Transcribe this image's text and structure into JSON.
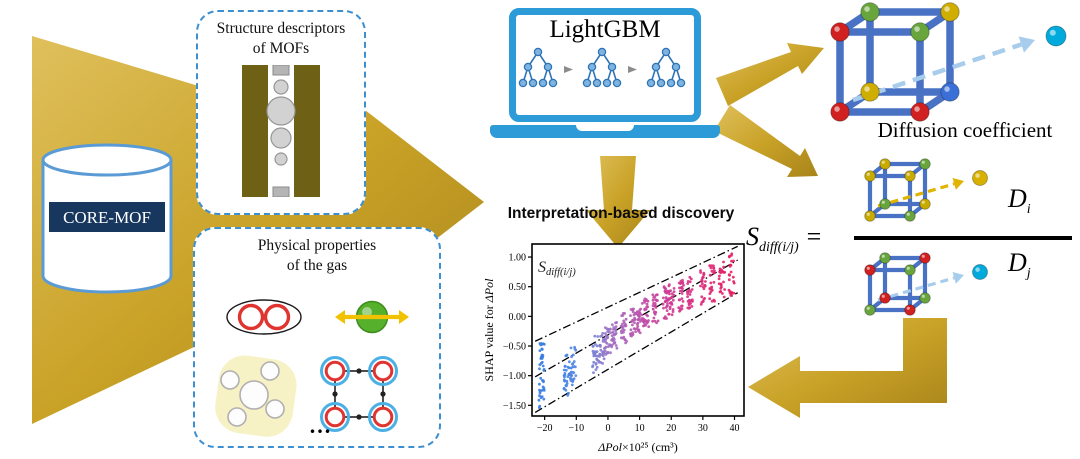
{
  "database": {
    "label": "CORE-MOF"
  },
  "structure_box": {
    "line1": "Structure descriptors",
    "line2": "of MOFs"
  },
  "physical_box": {
    "line1": "Physical properties",
    "line2": "of the gas",
    "ellipsis": "..."
  },
  "laptop": {
    "label": "LightGBM"
  },
  "interpretation_label": "Interpretation-based discovery",
  "outputs": {
    "diffusion_label": "Diffusion coefficient",
    "equation": {
      "lhs_base": "S",
      "lhs_sub": "diff(i/j)",
      "equals": "=",
      "num_base": "D",
      "num_sub": "i",
      "den_base": "D",
      "den_sub": "j"
    }
  },
  "cubes": {
    "big": {
      "vertex_colors": [
        "#68a63d",
        "#cfae00",
        "#3a6fd8",
        "#cfae00",
        "#d02020",
        "#68a63d",
        "#d02020",
        "#d02020"
      ],
      "arrow": "#a8cdec",
      "ball": "#00aadc"
    },
    "di": {
      "vertex_colors": [
        "#c9ab00",
        "#68a63d",
        "#c9ab00",
        "#68a63d",
        "#c9ab00",
        "#c9ab00",
        "#68a63d",
        "#c9ab00"
      ],
      "arrow": "#e0b400",
      "ball": "#d8b100"
    },
    "dj": {
      "vertex_colors": [
        "#68a63d",
        "#d02020",
        "#68a63d",
        "#d02020",
        "#d02020",
        "#68a63d",
        "#d02020",
        "#68a63d"
      ],
      "arrow": "#a8cdec",
      "ball": "#00aadc"
    }
  },
  "chart_data": {
    "type": "scatter",
    "title": "",
    "xlabel": "ΔPol×10²⁵ (cm³)",
    "ylabel": "SHAP value for ΔPol",
    "xlabel_it": "ΔPol",
    "xlabel_post": "×10²⁵ (cm³)",
    "ylabel_pre": "SHAP value for ",
    "ylabel_it": "ΔPol",
    "annotation_base": "S",
    "annotation_sub": "diff(i/j)",
    "xlim": [
      -24,
      43
    ],
    "ylim": [
      -1.68,
      1.22
    ],
    "xticks": [
      -20,
      -10,
      0,
      10,
      20,
      30,
      40
    ],
    "yticks": [
      1.0,
      0.5,
      0.0,
      -0.5,
      -1.0,
      -1.5
    ],
    "grid": false,
    "legend_position": "none",
    "trend_lines": [
      [
        [
          -23,
          -0.42
        ],
        [
          41,
          1.18
        ]
      ],
      [
        [
          -23,
          -1.02
        ],
        [
          41,
          0.95
        ]
      ],
      [
        [
          -23,
          -1.62
        ],
        [
          41,
          0.4
        ]
      ]
    ],
    "clusters": [
      {
        "x": -21,
        "y": [
          -1.55,
          -0.45
        ],
        "n": 42,
        "color": "#377de0"
      },
      {
        "x": -13,
        "y": [
          -1.35,
          -0.6
        ],
        "n": 30,
        "color": "#4583e4"
      },
      {
        "x": -11,
        "y": [
          -1.22,
          -0.52
        ],
        "n": 30,
        "color": "#5386e2"
      },
      {
        "x": -4,
        "y": [
          -0.95,
          -0.33
        ],
        "n": 26,
        "color": "#7b80d2"
      },
      {
        "x": -2,
        "y": [
          -0.8,
          -0.28
        ],
        "n": 26,
        "color": "#8a7bce"
      },
      {
        "x": 0,
        "y": [
          -0.68,
          -0.18
        ],
        "n": 30,
        "color": "#9a74c6"
      },
      {
        "x": 2,
        "y": [
          -0.55,
          -0.08
        ],
        "n": 26,
        "color": "#a46cc0"
      },
      {
        "x": 5,
        "y": [
          -0.45,
          0.05
        ],
        "n": 26,
        "color": "#ad63ba"
      },
      {
        "x": 8,
        "y": [
          -0.35,
          0.15
        ],
        "n": 28,
        "color": "#b55bb4"
      },
      {
        "x": 10,
        "y": [
          -0.28,
          0.22
        ],
        "n": 28,
        "color": "#bb54ae"
      },
      {
        "x": 12,
        "y": [
          -0.2,
          0.3
        ],
        "n": 28,
        "color": "#c14da8"
      },
      {
        "x": 15,
        "y": [
          -0.12,
          0.4
        ],
        "n": 28,
        "color": "#c746a0"
      },
      {
        "x": 18,
        "y": [
          -0.05,
          0.5
        ],
        "n": 28,
        "color": "#cc4099"
      },
      {
        "x": 20,
        "y": [
          0.0,
          0.56
        ],
        "n": 28,
        "color": "#d03a92"
      },
      {
        "x": 23,
        "y": [
          0.08,
          0.62
        ],
        "n": 26,
        "color": "#d4358b"
      },
      {
        "x": 26,
        "y": [
          0.13,
          0.68
        ],
        "n": 26,
        "color": "#d83083"
      },
      {
        "x": 30,
        "y": [
          0.18,
          0.78
        ],
        "n": 26,
        "color": "#dc2c7b"
      },
      {
        "x": 33,
        "y": [
          0.25,
          0.86
        ],
        "n": 24,
        "color": "#e02873"
      },
      {
        "x": 36,
        "y": [
          0.3,
          0.96
        ],
        "n": 24,
        "color": "#e3246b"
      },
      {
        "x": 39,
        "y": [
          0.35,
          1.08
        ],
        "n": 24,
        "color": "#e62062"
      }
    ]
  }
}
